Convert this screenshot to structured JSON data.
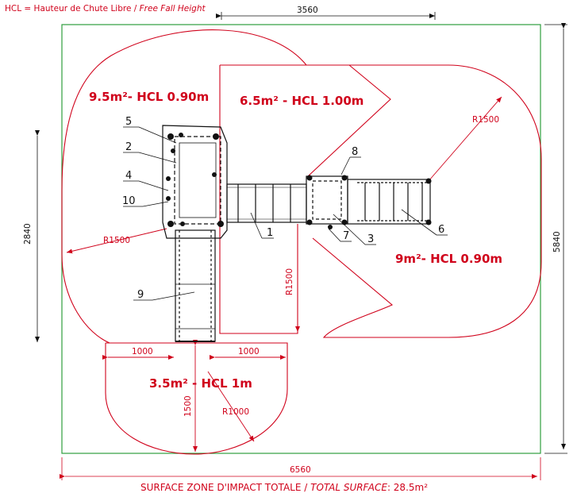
{
  "header": {
    "legend_main": "HCL = Hauteur de Chute Libre",
    "legend_sep": " / ",
    "legend_italic": "Free Fall Height"
  },
  "footer": {
    "main": "SURFACE ZONE D'IMPACT TOTALE / ",
    "italic": "TOTAL SURFACE",
    "value": ": 28.5m²"
  },
  "zones": {
    "left": "9.5m²- HCL 0.90m",
    "center": "6.5m² - HCL 1.00m",
    "right": "9m²- HCL 0.90m",
    "bottom": "3.5m² - HCL 1m"
  },
  "dimensions": {
    "top_width": "3560",
    "total_width": "6560",
    "left_height": "2840",
    "right_height": "5840",
    "radius_right": "R1500",
    "radius_left": "R1500",
    "radius_center_vert": "R1500",
    "radius_bottom": "R1000",
    "bottom_left": "1000",
    "bottom_right": "1000",
    "bottom_vert": "1500"
  },
  "parts": [
    "1",
    "2",
    "3",
    "4",
    "5",
    "6",
    "7",
    "8",
    "9",
    "10"
  ],
  "colors": {
    "impact_zone": "#d0021b",
    "boundary": "#2e9e3e",
    "structure": "#111111"
  }
}
